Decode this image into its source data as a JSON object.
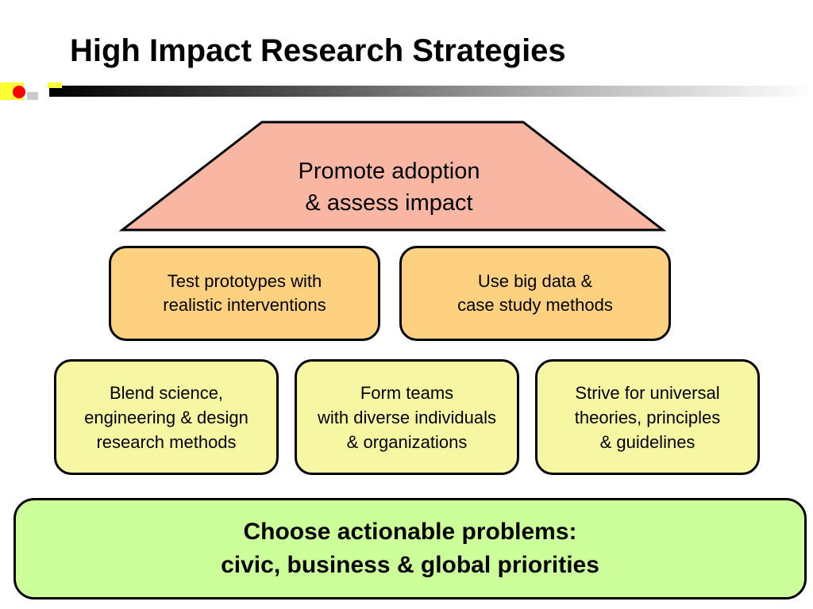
{
  "slide": {
    "title": "High Impact Research Strategies"
  },
  "colors": {
    "top_fill": "#f9b6a3",
    "mid_fill": "#fdd17f",
    "low_fill": "#f7f6a3",
    "base_fill": "#ccff99",
    "outline": "#000000",
    "accent_red": "#ff0000",
    "accent_yellow": "#ffff33"
  },
  "diagram": {
    "top": {
      "text": "Promote adoption\n & assess impact"
    },
    "middle": [
      {
        "text": "Test prototypes with\n realistic interventions"
      },
      {
        "text": "Use big data &\ncase study methods"
      }
    ],
    "lower": [
      {
        "text": "Blend science,\n engineering & design\nresearch methods"
      },
      {
        "text": "Form teams\nwith diverse individuals\n & organizations"
      },
      {
        "text": " Strive for universal\ntheories, principles\n& guidelines"
      }
    ],
    "base": {
      "text": "Choose actionable problems:\ncivic, business & global priorities"
    }
  }
}
